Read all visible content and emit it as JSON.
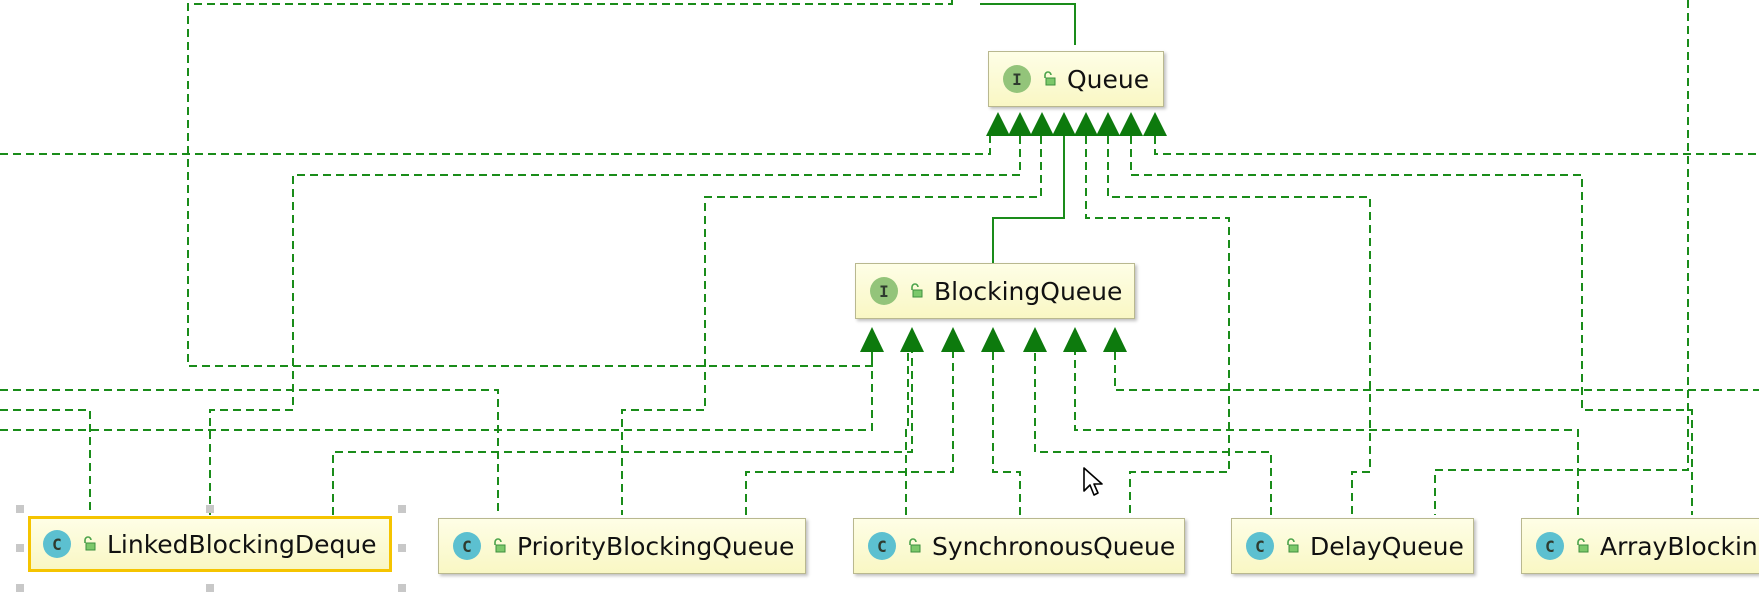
{
  "diagram": {
    "colors": {
      "edge": "#1a8c1a",
      "arrow": "#0d7a0d",
      "class_badge": "#5cc0d0",
      "interface_badge": "#93c47a",
      "selection": "#f5c400"
    },
    "nodes": [
      {
        "id": "queue",
        "label": "Queue",
        "kind": "interface",
        "badge": "I",
        "icon": "public-access-icon"
      },
      {
        "id": "blocking-queue",
        "label": "BlockingQueue",
        "kind": "interface",
        "badge": "I",
        "icon": "public-access-icon"
      },
      {
        "id": "linked-blocking-deque",
        "label": "LinkedBlockingDeque",
        "kind": "class",
        "badge": "C",
        "icon": "public-access-icon",
        "selected": true
      },
      {
        "id": "priority-blocking-queue",
        "label": "PriorityBlockingQueue",
        "kind": "class",
        "badge": "C",
        "icon": "public-access-icon"
      },
      {
        "id": "synchronous-queue",
        "label": "SynchronousQueue",
        "kind": "class",
        "badge": "C",
        "icon": "public-access-icon"
      },
      {
        "id": "delay-queue",
        "label": "DelayQueue",
        "kind": "class",
        "badge": "C",
        "icon": "public-access-icon"
      },
      {
        "id": "array-blocking-queue",
        "label": "ArrayBlockingQueue",
        "kind": "class",
        "badge": "C",
        "icon": "public-access-icon"
      }
    ]
  }
}
